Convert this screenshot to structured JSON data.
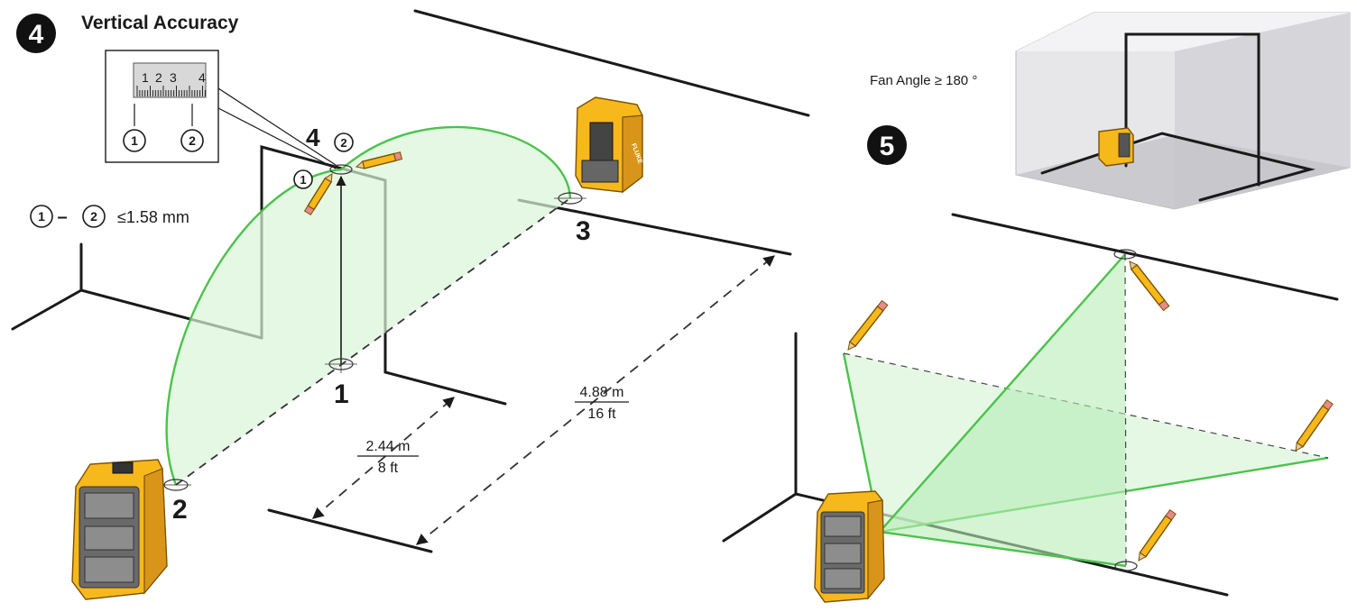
{
  "section4": {
    "number": "4",
    "title": "Vertical Accuracy",
    "ruler_scale": [
      "1",
      "2",
      "3",
      "4"
    ],
    "marker_1": "1",
    "marker_2": "2",
    "formula_1": "1",
    "formula_dash": "–",
    "formula_2": "2",
    "formula_tolerance": "≤1.58 mm",
    "point_4_label": "4",
    "point_4_marker_2": "2",
    "point_4_marker_1": "1",
    "point_1_label": "1",
    "point_2_label": "2",
    "point_3_label": "3",
    "distance_near_metric": "2.44 m",
    "distance_near_imperial": "8 ft",
    "distance_far_metric": "4.88 m",
    "distance_far_imperial": "16 ft"
  },
  "section5": {
    "number": "5",
    "fan_angle": "Fan Angle ≥ 180 °"
  },
  "device_brand": "FLUKE",
  "colors": {
    "laser_green": "#4cc24c",
    "device_yellow": "#f7b81b",
    "marker_fill": "#1a1a1a"
  }
}
